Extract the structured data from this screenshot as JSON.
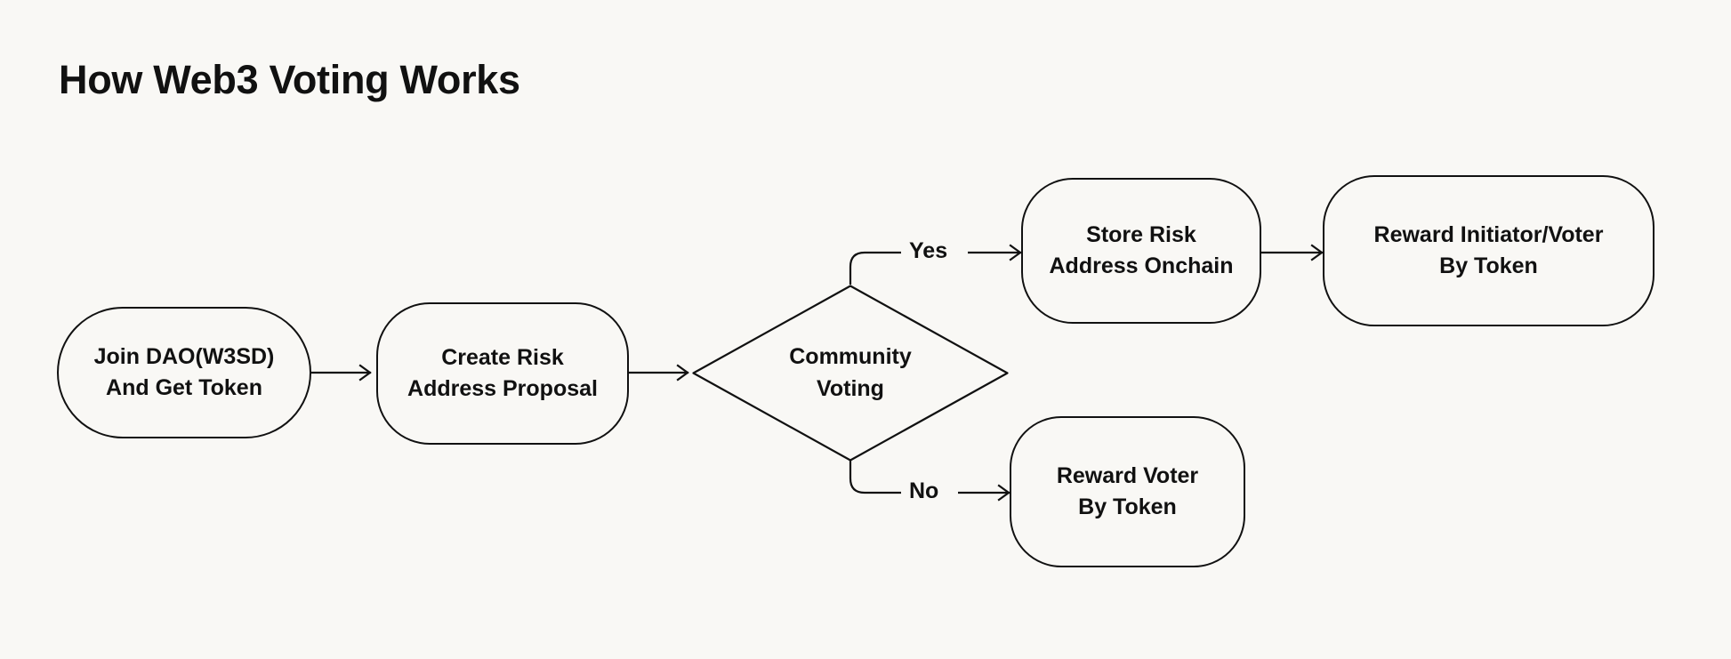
{
  "page": {
    "title": "How Web3 Voting Works",
    "background_color": "#f9f8f5",
    "ink_color": "#111111"
  },
  "diagram": {
    "type": "flowchart",
    "orientation": "left-to-right",
    "nodes": [
      {
        "id": "join-dao",
        "shape": "rounded-rectangle",
        "line1": "Join DAO(W3SD)",
        "line2": "And Get Token"
      },
      {
        "id": "create-proposal",
        "shape": "rounded-rectangle",
        "line1": "Create Risk",
        "line2": "Address Proposal"
      },
      {
        "id": "community-voting",
        "shape": "diamond",
        "line1": "Community",
        "line2": "Voting"
      },
      {
        "id": "store-risk-address",
        "shape": "rounded-rectangle",
        "line1": "Store Risk",
        "line2": "Address Onchain"
      },
      {
        "id": "reward-initiator-voter",
        "shape": "rounded-rectangle",
        "line1": "Reward Initiator/Voter",
        "line2": "By Token"
      },
      {
        "id": "reward-voter",
        "shape": "rounded-rectangle",
        "line1": "Reward Voter",
        "line2": "By Token"
      }
    ],
    "edge_labels": {
      "yes": "Yes",
      "no": "No"
    },
    "edges": [
      {
        "from": "join-dao",
        "to": "create-proposal",
        "label": ""
      },
      {
        "from": "create-proposal",
        "to": "community-voting",
        "label": ""
      },
      {
        "from": "community-voting",
        "to": "store-risk-address",
        "label": "Yes"
      },
      {
        "from": "store-risk-address",
        "to": "reward-initiator-voter",
        "label": ""
      },
      {
        "from": "community-voting",
        "to": "reward-voter",
        "label": "No"
      }
    ]
  }
}
